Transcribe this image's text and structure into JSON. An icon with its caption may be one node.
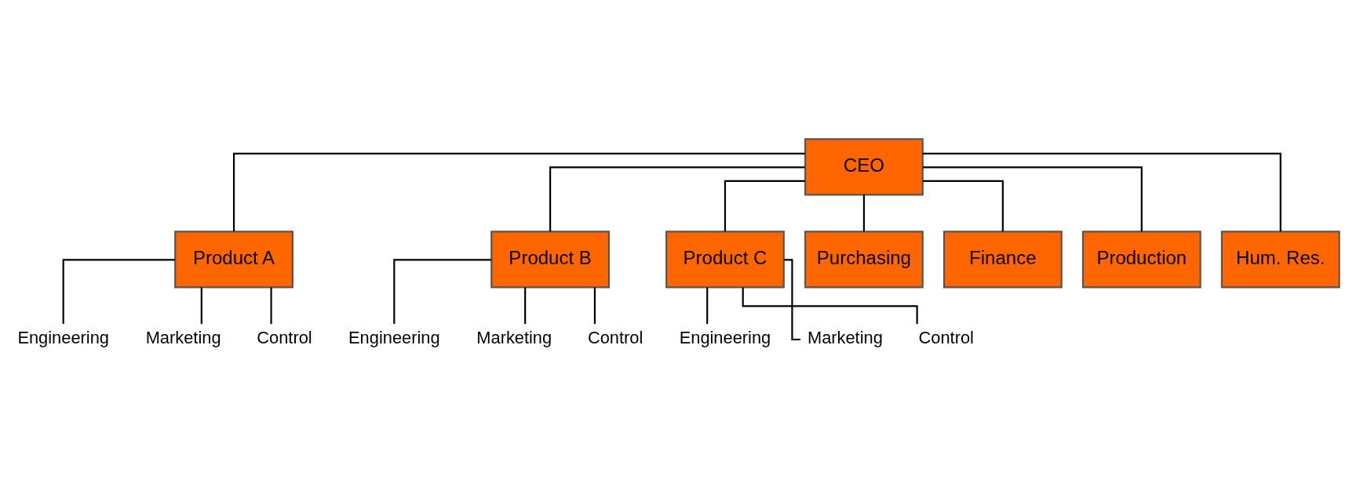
{
  "diagram": {
    "nodes": [
      {
        "text": [
          "CEO"
        ]
      },
      {
        "text": [
          "Product A"
        ]
      },
      {
        "text": [
          "Product B"
        ]
      },
      {
        "text": [
          "Product C"
        ]
      },
      {
        "text": [
          "Purchasing"
        ]
      },
      {
        "text": [
          "Finance"
        ]
      },
      {
        "text": [
          "Production"
        ]
      },
      {
        "text": [
          "Hum. Res."
        ]
      },
      {
        "text": [
          "Engineering"
        ]
      },
      {
        "text": [
          "Engineering"
        ]
      },
      {
        "text": [
          "Engineering"
        ]
      },
      {
        "text": [
          "Marketing"
        ]
      },
      {
        "text": [
          "Marketing"
        ]
      },
      {
        "text": [
          "Marketing"
        ]
      },
      {
        "text": [
          "Control"
        ]
      },
      {
        "text": [
          "Control"
        ]
      },
      {
        "text": [
          "Control"
        ]
      }
    ],
    "edges": [
      {
        "from": 0,
        "to": 1,
        "arrow": "none"
      },
      {
        "from": 0,
        "to": 2,
        "arrow": "none"
      },
      {
        "from": 0,
        "to": 3,
        "arrow": "none"
      },
      {
        "from": 0,
        "to": 4,
        "arrow": "none"
      },
      {
        "from": 0,
        "to": 5,
        "arrow": "none"
      },
      {
        "from": 0,
        "to": 6,
        "arrow": "none"
      },
      {
        "from": 0,
        "to": 7,
        "arrow": "none"
      },
      {
        "from": 1,
        "to": 8,
        "arrow": "none"
      },
      {
        "from": 1,
        "to": 11,
        "arrow": "none"
      },
      {
        "from": 1,
        "to": 14,
        "arrow": "none"
      },
      {
        "from": 2,
        "to": 9,
        "arrow": "none"
      },
      {
        "from": 2,
        "to": 12,
        "arrow": "none"
      },
      {
        "from": 2,
        "to": 15,
        "arrow": "none"
      },
      {
        "from": 3,
        "to": 10,
        "arrow": "none"
      },
      {
        "from": 3,
        "to": 13,
        "arrow": "none"
      },
      {
        "from": 3,
        "to": 16,
        "arrow": "none"
      }
    ]
  }
}
